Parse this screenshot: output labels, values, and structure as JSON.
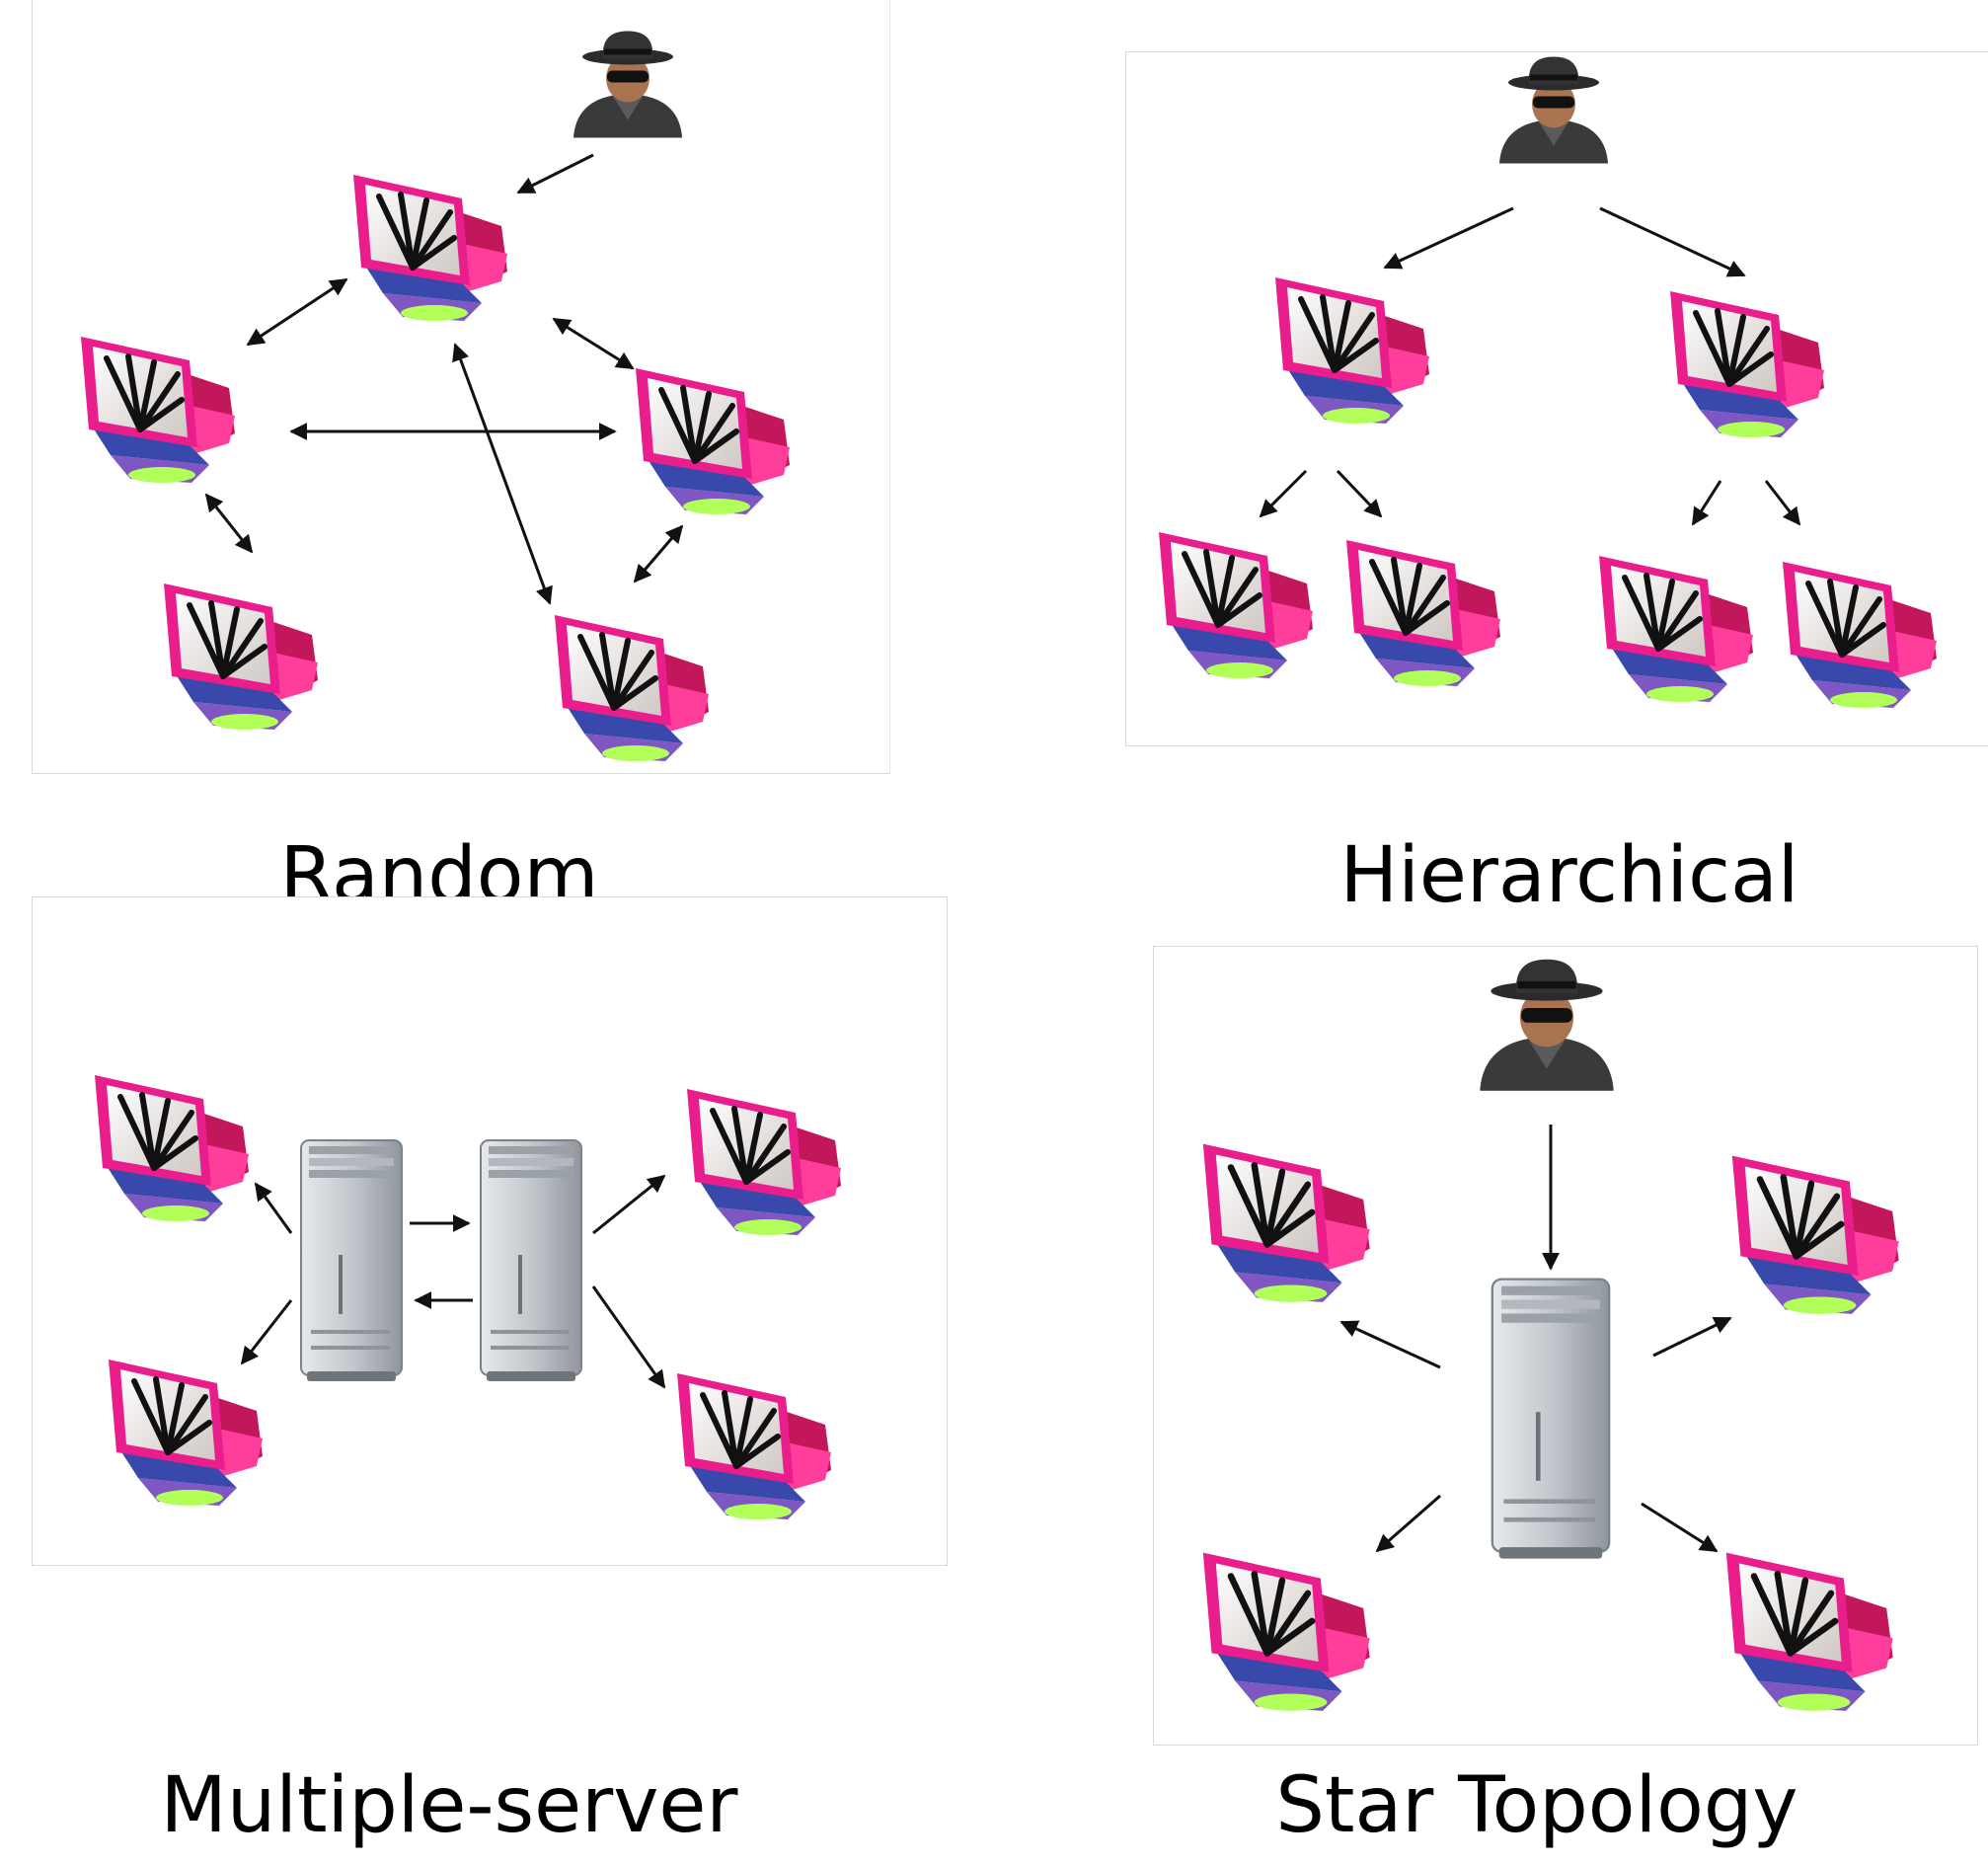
{
  "panels": {
    "random": {
      "caption": "Random"
    },
    "hierarchical": {
      "caption": "Hierarchical"
    },
    "multiple_server": {
      "caption": "Multiple-server"
    },
    "star": {
      "caption": "Star Topology"
    }
  },
  "colors": {
    "monitor_frame": "#e91e8c",
    "monitor_side": "#c2185b",
    "monitor_base": "#3949ab",
    "monitor_stand": "#b2ff59",
    "server_body": "#c8cdd2",
    "attacker": "#3a3a3a",
    "arrow": "#111111"
  },
  "icons": [
    "hacker-icon",
    "computer-icon",
    "server-icon",
    "arrow-icon"
  ]
}
